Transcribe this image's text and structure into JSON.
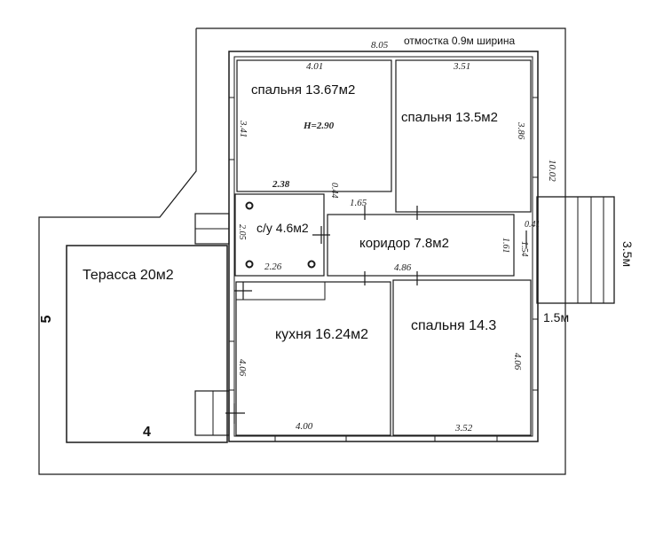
{
  "plan": {
    "top_total_dim": "8.05",
    "otmostka_note": "отмостка 0.9м ширина",
    "rooms": {
      "bedroom1": "спальня 13.67м2",
      "ceiling_height": "H=2.90",
      "bedroom2": "спальня 13.5м2",
      "bathroom": "с/у 4.6м2",
      "corridor": "коридор 7.8м2",
      "terrace": "Терасса 20м2",
      "kitchen": "кухня 16.24м2",
      "bedroom3": "спальня 14.3"
    },
    "dims": {
      "d401": "4.01",
      "d351": "3.51",
      "d341": "3.41",
      "d386": "3.86",
      "d1002": "10.02",
      "d238": "2.38",
      "d044": "0.44",
      "d165": "1.65",
      "d041": "0.41",
      "d205": "2.05",
      "d161": "1.61",
      "d154": "1.54",
      "d226": "2.26",
      "d486": "4.86",
      "d406_left": "4.06",
      "d406_right": "4.06",
      "d400": "4.00",
      "d352": "3.52"
    },
    "outer": {
      "porch_w": "3.5м",
      "porch_d": "1.5м",
      "terrace_depth": "5",
      "terrace_width": "4"
    }
  }
}
